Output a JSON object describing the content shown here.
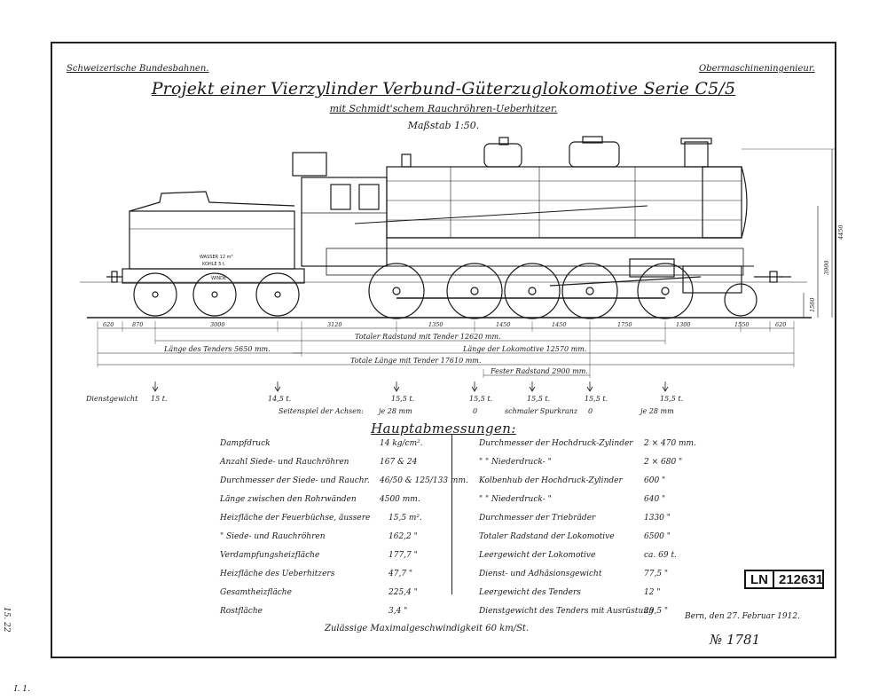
{
  "header": {
    "left": "Schweizerische Bundesbahnen.",
    "right": "Obermaschineningenieur."
  },
  "title": {
    "main": "Projekt einer Vierzylinder Verbund-Güterzuglokomotive Serie C5/5",
    "sub": "mit Schmidt'schem Rauchröhren-Ueberhitzer.",
    "scale": "Maßstab 1:50."
  },
  "tender_labels": {
    "wasser": "WASSER 12 m³",
    "kohle": "KOHLE 5 t.",
    "winde": "WINDE"
  },
  "dimensions": {
    "segments": [
      "620",
      "870",
      "3000",
      "3120",
      "1350",
      "1450",
      "1450",
      "1750",
      "1300",
      "1550",
      "620"
    ],
    "vertical": [
      "4450",
      "3900",
      "1560"
    ],
    "radstand_tender": "Totaler Radstand mit Tender 12620 mm.",
    "laenge_tender": "Länge des Tenders 5650 mm.",
    "laenge_lok": "Länge der Lokomotive 12570 mm.",
    "totale_laenge": "Totale Länge mit Tender 17610 mm.",
    "fester_radstand": "Fester Radstand 2900 mm."
  },
  "axles": {
    "dienstgewicht_label": "Dienstgewicht",
    "weights": [
      "15 t.",
      "14,5 t.",
      "15,5 t.",
      "15,5 t.",
      "15,5 t.",
      "15,5 t.",
      "15,5 t."
    ],
    "seitenspiel_label": "Seitenspiel der Achsen:",
    "spiel": [
      "je 28 mm",
      "0",
      "schmaler Spurkranz",
      "0",
      "je 28 mm"
    ]
  },
  "hauptabmessungen": {
    "title": "Hauptabmessungen:",
    "left": [
      {
        "label": "Dampfdruck",
        "value": "14 kg/cm²."
      },
      {
        "label": "Anzahl Siede- und Rauchröhren",
        "value": "167 & 24"
      },
      {
        "label": "Durchmesser der Siede- und Rauchr.",
        "value": "46/50 & 125/133 mm."
      },
      {
        "label": "Länge zwischen den Rohrwänden",
        "value": "4500 mm."
      },
      {
        "label": "Heizfläche der Feuerbüchse, äussere",
        "value": "15,5 m²."
      },
      {
        "label": "\" Siede- und Rauchröhren",
        "value": "162,2 \""
      },
      {
        "label": "Verdampfungsheizfläche",
        "value": "177,7 \""
      },
      {
        "label": "Heizfläche des Ueberhitzers",
        "value": "47,7 \""
      },
      {
        "label": "Gesamtheizfläche",
        "value": "225,4 \""
      },
      {
        "label": "Rostfläche",
        "value": "3,4 \""
      }
    ],
    "right": [
      {
        "label": "Durchmesser der Hochdruck-Zylinder",
        "value": "2 × 470 mm."
      },
      {
        "label": "\" \" Niederdruck- \"",
        "value": "2 × 680 \""
      },
      {
        "label": "Kolbenhub der Hochdruck-Zylinder",
        "value": "600 \""
      },
      {
        "label": "\" \" Niederdruck- \"",
        "value": "640 \""
      },
      {
        "label": "Durchmesser der Triebräder",
        "value": "1330 \""
      },
      {
        "label": "Totaler Radstand der Lokomotive",
        "value": "6500 \""
      },
      {
        "label": "Leergewicht der Lokomotive",
        "value": "ca. 69 t."
      },
      {
        "label": "Dienst- und Adhäsionsgewicht",
        "value": "77,5 \""
      },
      {
        "label": "Leergewicht des Tenders",
        "value": "12 \""
      },
      {
        "label": "Dienstgewicht des Tenders mit Ausrüstung",
        "value": "29,5 \""
      }
    ],
    "maxspeed": "Zulässige Maximalgeschwindigkeit 60 km/St."
  },
  "footer": {
    "date": "Bern, den 27. Februar 1912.",
    "number": "№ 1781",
    "stamp_prefix": "LN",
    "stamp_number": "212631",
    "side_mark": "15. 22",
    "corner_mark": "I. 1."
  },
  "colors": {
    "ink": "#1a1a1a",
    "paper": "#ffffff"
  }
}
